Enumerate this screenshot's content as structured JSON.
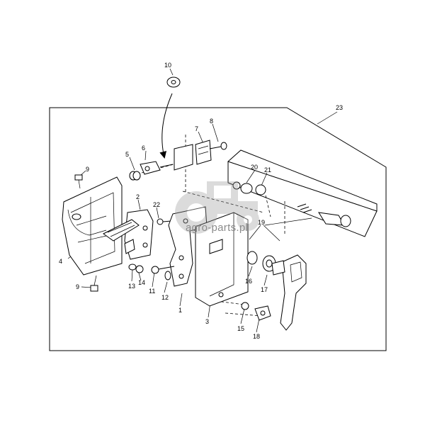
{
  "diagram": {
    "watermark_text": "agro-parts.pl",
    "labels": {
      "p1": "1",
      "p2": "2",
      "p3": "3",
      "p4": "4",
      "p5": "5",
      "p6": "6",
      "p7": "7",
      "p8": "8",
      "p9a": "9",
      "p9b": "9",
      "p10": "10",
      "p11": "11",
      "p12": "12",
      "p13": "13",
      "p14": "14",
      "p15": "15",
      "p16": "16",
      "p17": "17",
      "p18": "18",
      "p19": "19",
      "p20": "20",
      "p21": "21",
      "p22": "22",
      "p23": "23"
    },
    "colors": {
      "line": "#000000",
      "paper": "#ffffff",
      "watermark": "#8a8a8a"
    }
  }
}
